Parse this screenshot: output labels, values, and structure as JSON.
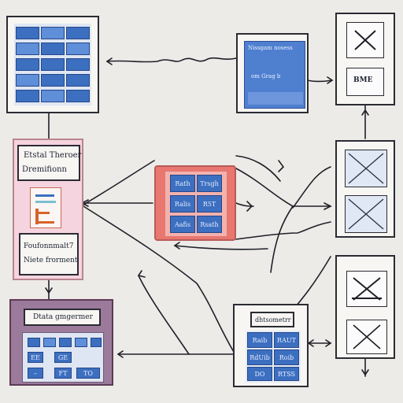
{
  "left_panel": {
    "title_line1": "Etstal Theroer",
    "title_line2": "Dremifionn",
    "bottom_line1": "Foufonnmalt7",
    "bottom_line2": "Niete frorment"
  },
  "center_grid": {
    "cells": [
      "Rath",
      "Trsgh",
      "Ralis",
      "R5T",
      "Aafis",
      "Rsath"
    ]
  },
  "top_middle_panel": {
    "line1": "Nissgam nosess",
    "line2": "om Grag  b"
  },
  "top_right_icon": {
    "label": "BME"
  },
  "bottom_left_panel": {
    "title": "Dtata gmgermer",
    "cells": [
      "EE",
      "GE",
      "–",
      "FT",
      "TO"
    ]
  },
  "bottom_right_panel": {
    "title": "dhtsometrr",
    "cells": [
      "Raib",
      "RAUT",
      "RdUib",
      "Roib",
      "DO",
      "RTSS"
    ]
  },
  "colors": {
    "tile_blue": "#3c6fc0",
    "pink_panel": "#f6d4df",
    "red_panel": "#e8776f",
    "ink": "#2b2b33"
  }
}
